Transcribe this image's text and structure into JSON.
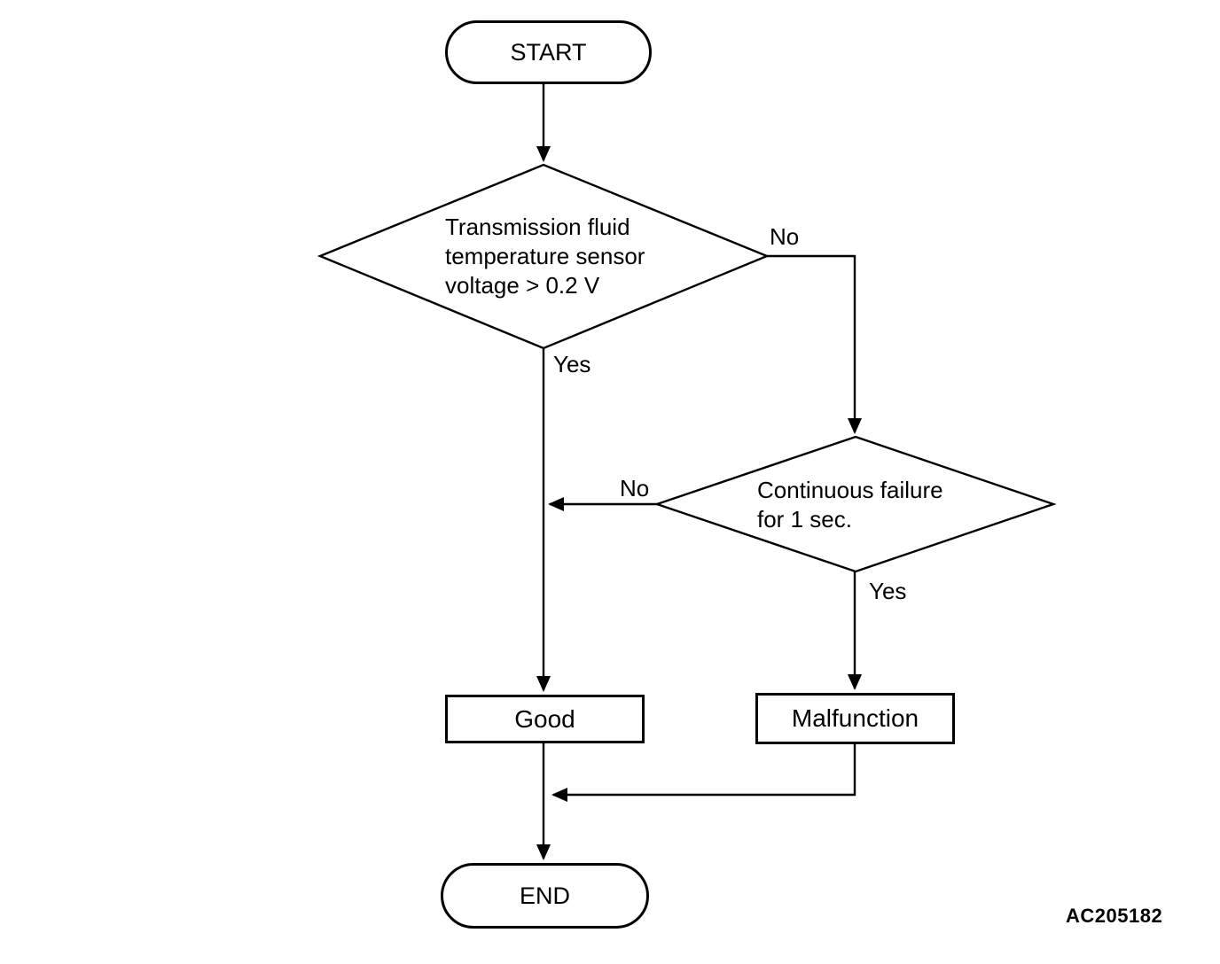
{
  "nodes": {
    "start": {
      "label": "START",
      "type": "terminator"
    },
    "decision1": {
      "label": "Transmission fluid\ntemperature sensor\nvoltage > 0.2 V",
      "type": "decision"
    },
    "decision2": {
      "label": "Continuous failure\nfor 1 sec.",
      "type": "decision"
    },
    "good": {
      "label": "Good",
      "type": "process"
    },
    "malfunction": {
      "label": "Malfunction",
      "type": "process"
    },
    "end": {
      "label": "END",
      "type": "terminator"
    }
  },
  "edge_labels": {
    "decision1_no": "No",
    "decision1_yes": "Yes",
    "decision2_no": "No",
    "decision2_yes": "Yes"
  },
  "figure_code": "AC205182",
  "colors": {
    "ink": "#000000",
    "background": "#ffffff"
  }
}
